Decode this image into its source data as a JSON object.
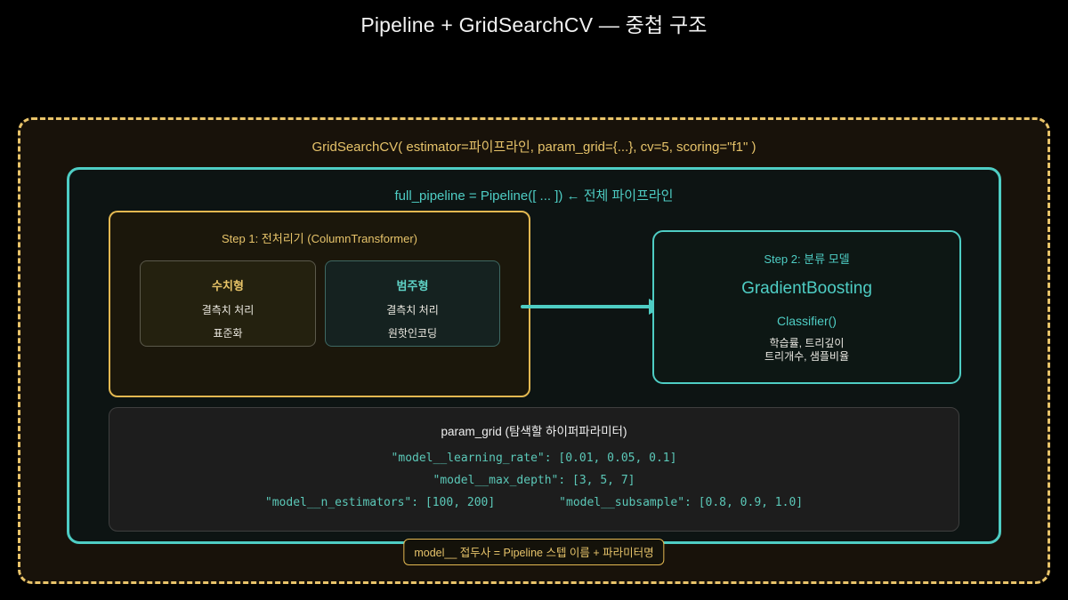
{
  "title": "Pipeline + GridSearchCV — 중첩 구조",
  "gridsearch": {
    "label": "GridSearchCV( estimator=파이프라인, param_grid={...}, cv=5, scoring=\"f1\" )"
  },
  "pipeline": {
    "label": "full_pipeline = Pipeline([ ... ])  ← 전체 파이프라인"
  },
  "step1": {
    "title": "Step 1: 전처리기 (ColumnTransformer)",
    "numeric": {
      "title": "수치형",
      "lines": [
        "결측치 처리",
        "표준화"
      ]
    },
    "categorical": {
      "title": "범주형",
      "lines": [
        "결측치 처리",
        "원핫인코딩"
      ]
    }
  },
  "step2": {
    "title": "Step 2: 분류 모델",
    "model_name": "GradientBoosting",
    "classifier": "Classifier()",
    "params_line1": "학습률, 트리깊이",
    "params_line2": "트리개수, 샘플비율"
  },
  "param_grid": {
    "title": "param_grid (탐색할 하이퍼파라미터)",
    "line1": "\"model__learning_rate\": [0.01, 0.05, 0.1]",
    "line2": "\"model__max_depth\": [3, 5, 7]",
    "line3a": "\"model__n_estimators\": [100, 200]",
    "line3b": "\"model__subsample\": [0.8, 0.9, 1.0]"
  },
  "footer_note": "model__ 접두사 = Pipeline 스텝 이름 + 파라미터명",
  "colors": {
    "gold": "#e9c46a",
    "teal": "#4ecdc4",
    "code_teal": "#5bc8b8",
    "background": "#000000"
  }
}
